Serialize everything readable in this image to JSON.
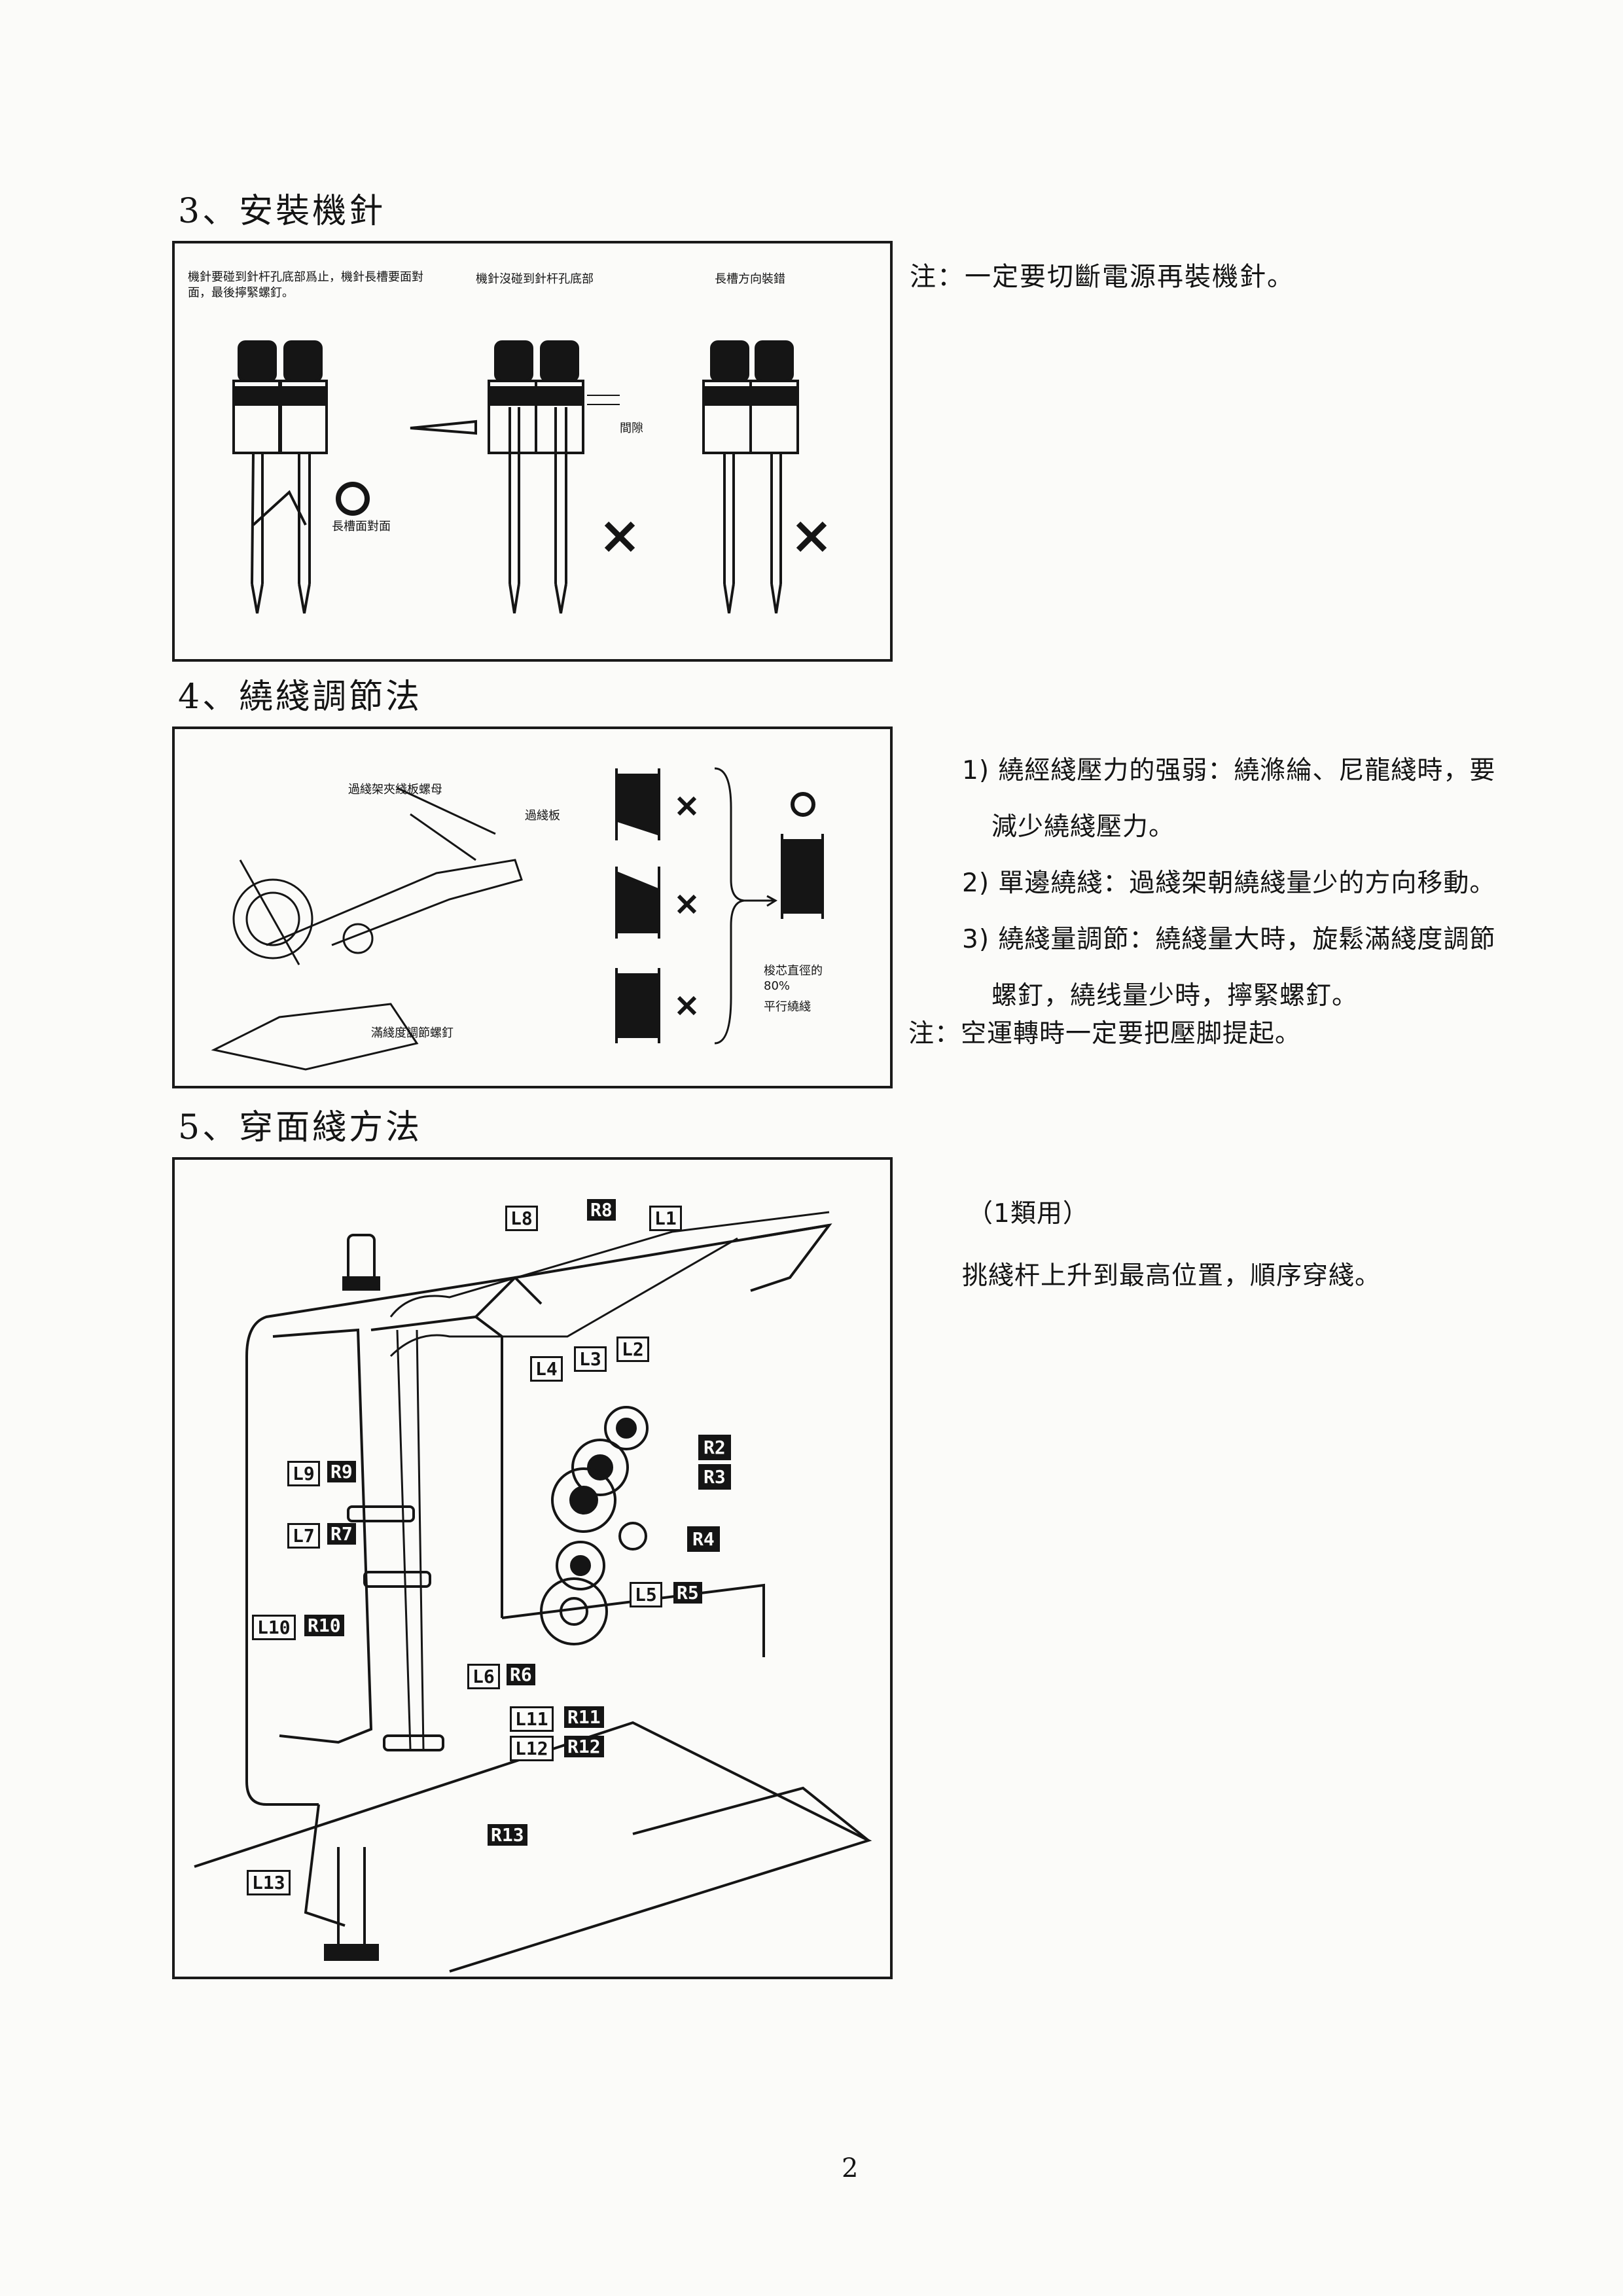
{
  "sec3": {
    "title": "3、安裝機針",
    "cap1": "機針要碰到針杆孔底部爲止，機針長槽要面對面，最後擰緊螺釘。",
    "cap2": "機針沒碰到針杆孔底部",
    "cap3": "長槽方向裝錯",
    "gap_label": "間隙",
    "face_label": "長槽面對面",
    "note": "注：一定要切斷電源再裝機針。"
  },
  "sec4": {
    "title": "4、繞綫調節法",
    "label_nut": "過綫架夾綫板螺母",
    "label_plate": "過綫板",
    "label_screw": "滿綫度調節螺釘",
    "label_core": "梭芯直徑的",
    "label_pct": "80%",
    "label_parallel": "平行繞綫",
    "items": [
      "1) 繞經綫壓力的强弱：繞滌綸、尼龍綫時，要",
      "減少繞綫壓力。",
      "2) 單邊繞綫：過綫架朝繞綫量少的方向移動。",
      "3) 繞綫量調節：繞綫量大時，旋鬆滿綫度調節",
      "螺釘，繞线量少時，擰緊螺釘。"
    ],
    "note": "注：空運轉時一定要把壓脚提起。"
  },
  "sec5": {
    "title": "5、穿面綫方法",
    "sub": "（1類用）",
    "desc": "挑綫杆上升到最高位置，順序穿綫。",
    "tags": {
      "L1": "L1",
      "L2": "L2",
      "L3": "L3",
      "L4": "L4",
      "L8": "L8",
      "R8": "R8",
      "R2": "R2",
      "R3": "R3",
      "R4": "R4",
      "L5": "L5",
      "R5": "R5",
      "L9": "L9",
      "R9": "R9",
      "L7": "L7",
      "R7": "R7",
      "L10": "L10",
      "R10": "R10",
      "L6": "L6",
      "R6": "R6",
      "L11": "L11",
      "R11": "R11",
      "L12": "L12",
      "R12": "R12",
      "R13": "R13",
      "L13": "L13"
    }
  },
  "page_number": "2"
}
